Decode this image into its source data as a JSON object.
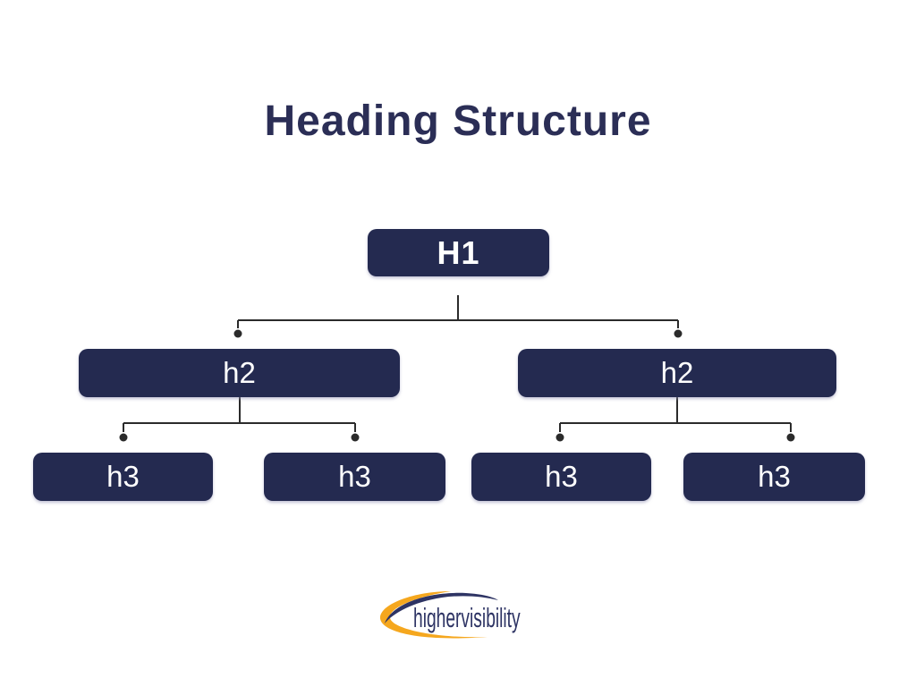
{
  "title": "Heading Structure",
  "nodes": {
    "h1": "H1",
    "h2": [
      "h2",
      "h2"
    ],
    "h3": [
      "h3",
      "h3",
      "h3",
      "h3"
    ]
  },
  "logo": {
    "text": "highervisibility"
  },
  "colors": {
    "navy": "#242a50",
    "title": "#2b2e56",
    "line": "#2b2b2b",
    "gold": "#F5A71E",
    "logo_navy": "#2e3464"
  }
}
